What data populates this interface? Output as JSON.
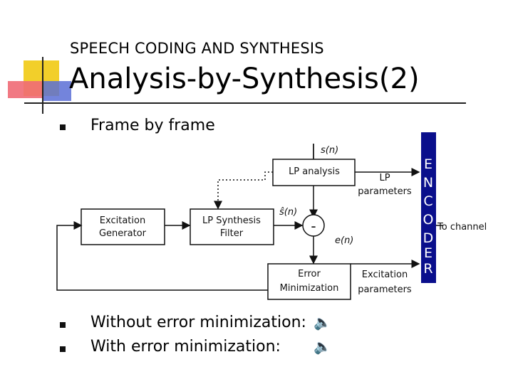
{
  "slide": {
    "subtitle": "SPEECH CODING AND SYNTHESIS",
    "title": "Analysis-by-Synthesis(2)",
    "bullets": [
      "Frame by frame",
      "Without error minimization:",
      "With error minimization:"
    ]
  },
  "diagram": {
    "blocks": {
      "excitation_generator": [
        "Excitation",
        "Generator"
      ],
      "lp_synthesis_filter": [
        "LP Synthesis",
        "Filter"
      ],
      "lp_analysis": [
        "LP analysis"
      ],
      "error_minimization": [
        "Error",
        "Minimization"
      ]
    },
    "signals": {
      "s_n": "s(n)",
      "s_hat_n": "ŝ(n)",
      "e_n": "e(n)",
      "minus": "-"
    },
    "side_labels": {
      "lp_parameters": [
        "LP",
        "parameters"
      ],
      "excitation_parameters": [
        "Excitation",
        "parameters"
      ],
      "to_channel": "To channel"
    },
    "encoder_letters": [
      "E",
      "N",
      "C",
      "O",
      "D",
      "E",
      "R"
    ]
  },
  "colors": {
    "encoder_bg": "#0a0f8c",
    "accent_yellow": "#f2cf2a",
    "accent_red": "#f06a75",
    "accent_blue": "#5b6fd6"
  }
}
